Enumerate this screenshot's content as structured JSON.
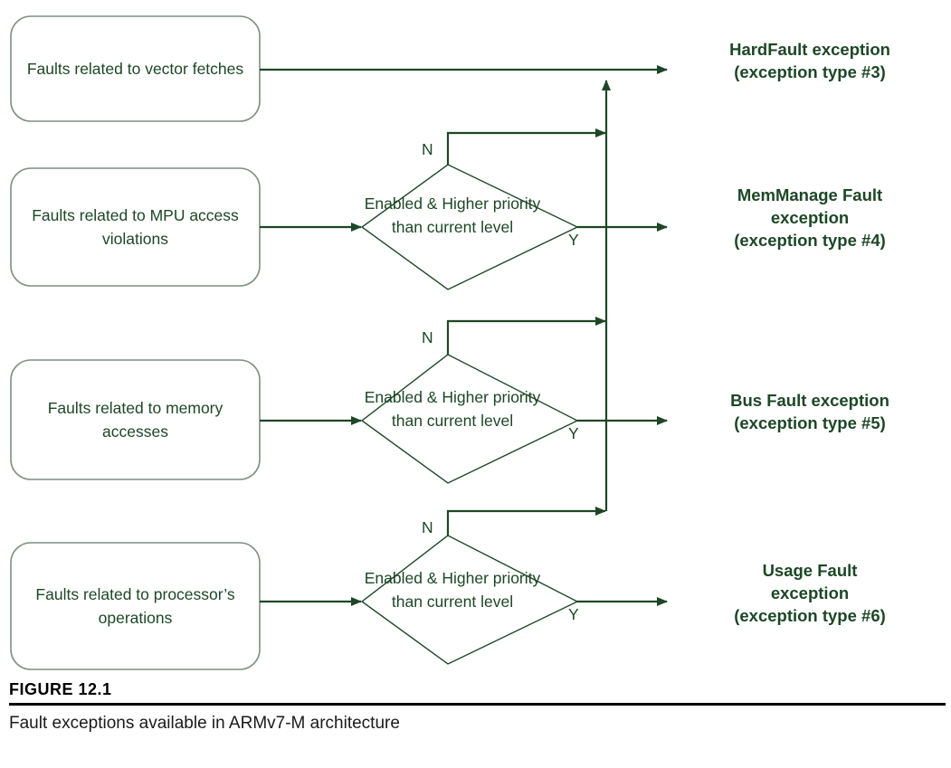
{
  "colors": {
    "line": "#1d4726",
    "box_stroke": "#7f8f83",
    "text": "#1d4726",
    "caption": "#000000",
    "background": "#ffffff"
  },
  "diagram": {
    "sources": [
      {
        "id": "vector-fetches",
        "text": "Faults related to vector fetches"
      },
      {
        "id": "mpu-access-violations",
        "text": "Faults related to MPU access violations"
      },
      {
        "id": "memory-accesses",
        "text": "Faults related to memory accesses"
      },
      {
        "id": "processor-operations",
        "text": "Faults related to processor’s operations"
      }
    ],
    "decisions": [
      {
        "id": "decision-memmanage",
        "text": "Enabled & Higher priority than current level",
        "no_label": "N",
        "yes_label": "Y"
      },
      {
        "id": "decision-busfault",
        "text": "Enabled & Higher priority than current level",
        "no_label": "N",
        "yes_label": "Y"
      },
      {
        "id": "decision-usagefault",
        "text": "Enabled & Higher priority than current level",
        "no_label": "N",
        "yes_label": "Y"
      }
    ],
    "outcomes": [
      {
        "id": "hardfault",
        "line1": "HardFault exception",
        "line2": "(exception type #3)",
        "line3": ""
      },
      {
        "id": "memmanage",
        "line1": "MemManage Fault",
        "line2": "exception",
        "line3": "(exception type #4)"
      },
      {
        "id": "busfault",
        "line1": "Bus Fault exception",
        "line2": "(exception type #5)",
        "line3": ""
      },
      {
        "id": "usagefault",
        "line1": "Usage Fault",
        "line2": "exception",
        "line3": "(exception type #6)"
      }
    ]
  },
  "figure": {
    "label": "FIGURE 12.1",
    "caption": "Fault exceptions available in ARMv7-M architecture"
  }
}
